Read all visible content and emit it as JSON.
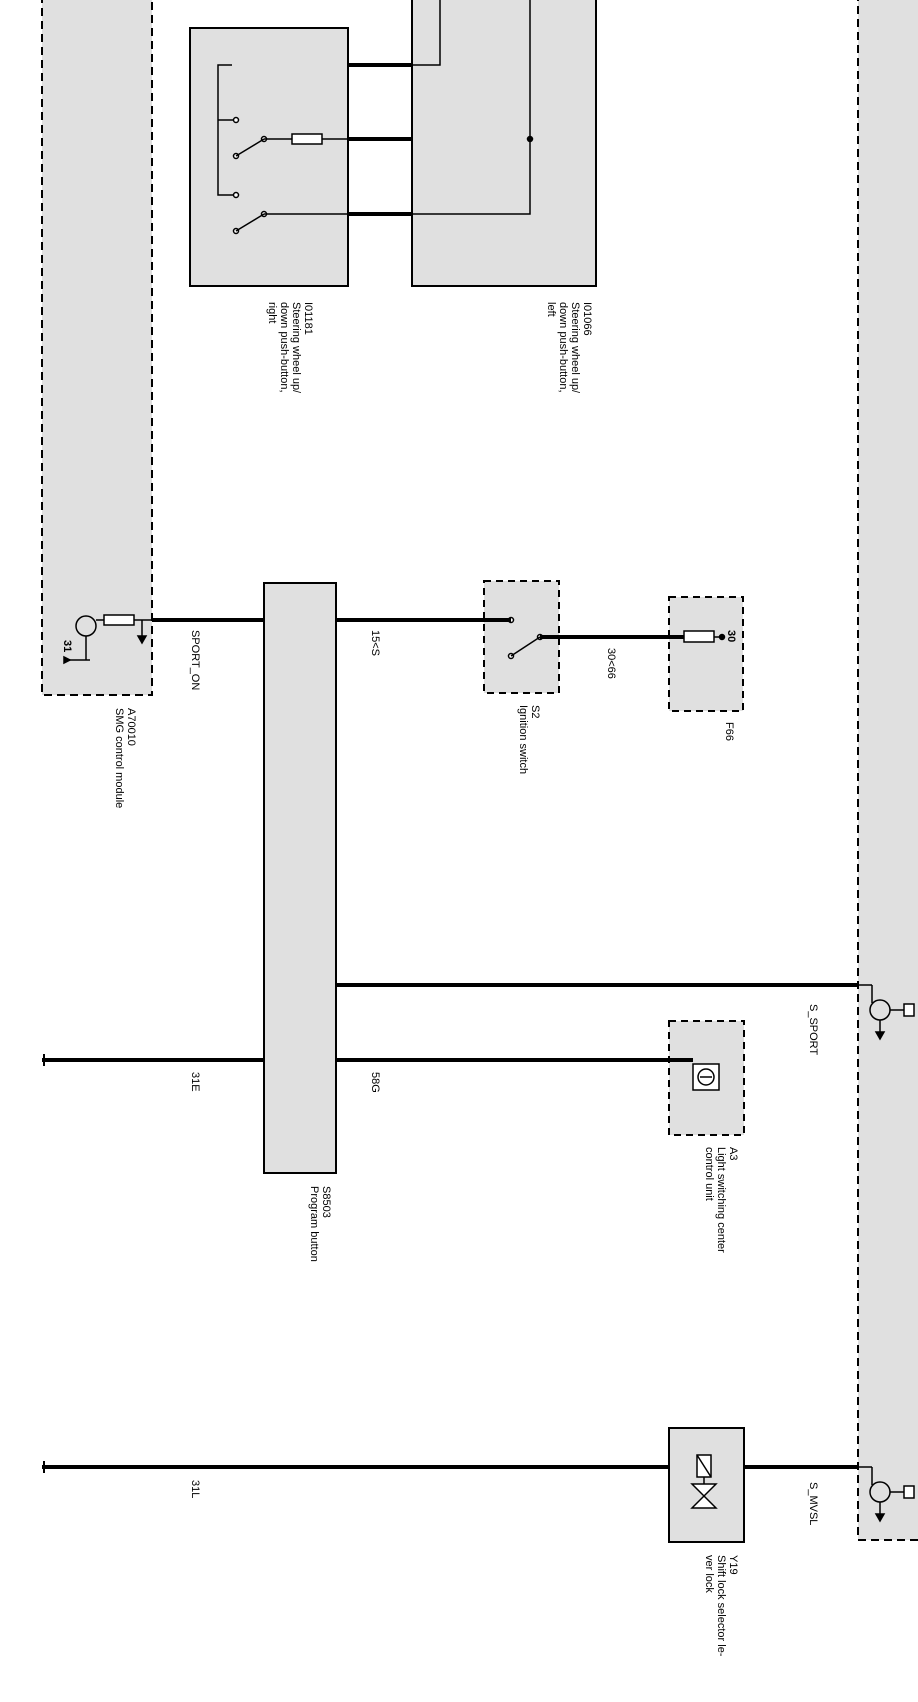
{
  "colors": {
    "box_fill": "#e0e0e0",
    "line": "#000000",
    "background": "#ffffff"
  },
  "components": {
    "i01181": {
      "id": "I01181",
      "desc": [
        "Steering wheel up/",
        "down push-button,",
        "right"
      ]
    },
    "i01066": {
      "id": "I01066",
      "desc": [
        "Steering wheel up/",
        "down push-button,",
        "left"
      ]
    },
    "a70010": {
      "id": "A70010",
      "desc": [
        "SMG control module"
      ],
      "pin": "31"
    },
    "s2": {
      "id": "S2",
      "desc": [
        "Ignition switch"
      ]
    },
    "f66": {
      "id": "F66",
      "pin": "30"
    },
    "s8503": {
      "id": "S8503",
      "desc": [
        "Program button"
      ]
    },
    "a3": {
      "id": "A3",
      "desc": [
        "Light switching center",
        "control unit"
      ]
    },
    "y19": {
      "id": "Y19",
      "desc": [
        "Shift lock selector le-",
        "ver lock"
      ]
    }
  },
  "wires": {
    "sport_on": "SPORT_ON",
    "w15s": "15<S",
    "w30r": "30<66",
    "s_sport": "S_SPORT",
    "w31e": "31E",
    "w58g": "58G",
    "w31l": "31L",
    "s_mvsl": "S_MVSL"
  }
}
